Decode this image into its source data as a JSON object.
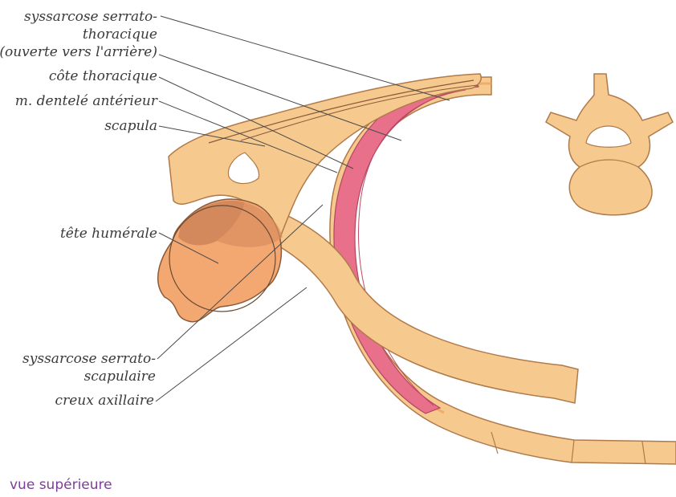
{
  "figure": {
    "labels": {
      "syssarcose_thoracique_1": "syssarcose serrato-",
      "syssarcose_thoracique_2": "thoracique",
      "syssarcose_thoracique_3": "(ouverte vers l'arrière)",
      "cote_thoracique": "côte thoracique",
      "dentele_anterieur": "m. dentelé antérieur",
      "scapula": "scapula",
      "tete_humerale": "tête humérale",
      "syssarcose_scapulaire_1": "syssarcose serrato-",
      "syssarcose_scapulaire_2": "scapulaire",
      "creux_axillaire": "creux axillaire"
    },
    "caption": "vue supérieure",
    "colors": {
      "bone": "#f6c98f",
      "bone_dark": "#ec9f5a",
      "muscle": "#e8708a",
      "outline": "#8a5a3a",
      "humerus": "#f3a872",
      "caption": "#7a3f97"
    }
  }
}
